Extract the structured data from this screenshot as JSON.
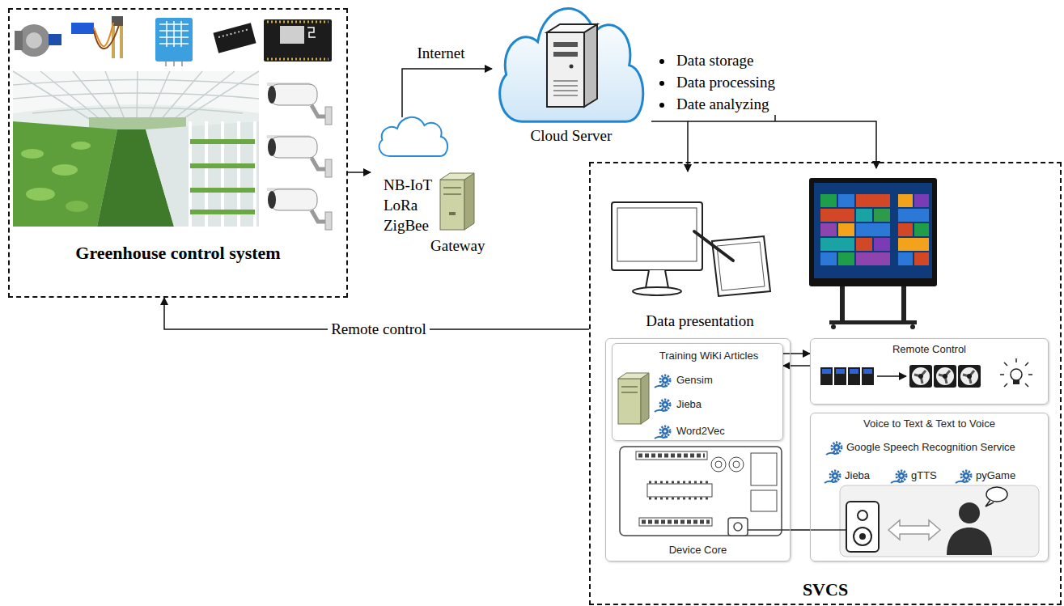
{
  "diagram": {
    "nodes": [
      {
        "text": [
          "Greenhouse control system"
        ]
      },
      {
        "text": [
          "NB-IoT LoRa ZigBee",
          "Gateway"
        ]
      },
      {
        "text": [
          "Cloud Server"
        ]
      },
      {
        "text": [
          "SVCS"
        ]
      },
      {
        "text": [
          "Data presentation"
        ],
        "in": 3
      },
      {
        "text": [
          "Device Core"
        ],
        "in": 3
      },
      {
        "text": [
          "Training WiKi Articles",
          "Gensim",
          "Jieba",
          "Word2Vec"
        ],
        "in": 5
      },
      {
        "text": [
          "Remote Control"
        ],
        "in": 3
      },
      {
        "text": [
          "Voice to Text & Text to Voice",
          "Google Speech Recognition Service",
          "Jieba",
          "gTTS",
          "pyGame"
        ],
        "in": 3
      }
    ],
    "edges": [
      {
        "from": 0,
        "to": 1,
        "arrow": "to"
      },
      {
        "from": 1,
        "to": 2,
        "label": "Internet",
        "arrow": "to"
      },
      {
        "from": 2,
        "to": 4,
        "arrow": "to"
      },
      {
        "from": 3,
        "to": 0,
        "label": "Remote control",
        "arrow": "to"
      },
      {
        "from": 6,
        "to": 7,
        "arrow": "to"
      },
      {
        "from": 7,
        "to": 6,
        "arrow": "to"
      },
      {
        "from": 5,
        "to": 8,
        "arrow": "none"
      }
    ],
    "labels": [
      "Data storage",
      "Data processing",
      "Date analyzing"
    ]
  }
}
